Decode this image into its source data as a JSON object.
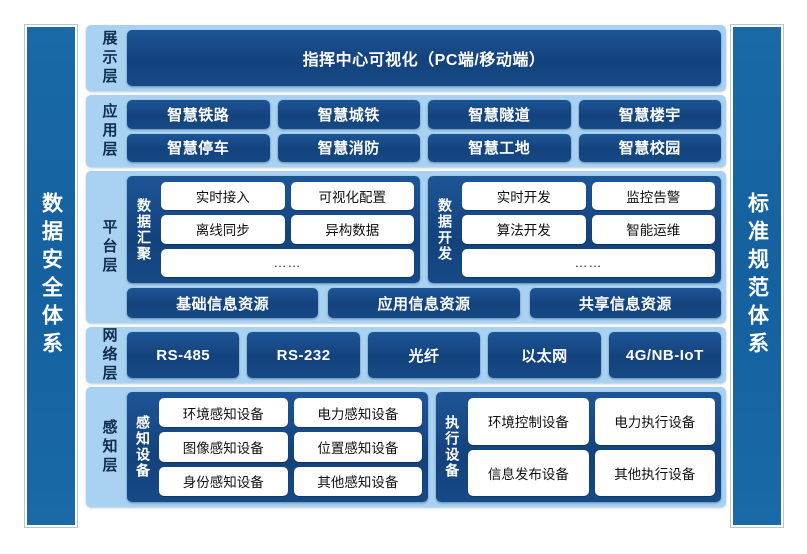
{
  "side_panels": {
    "left": "数据安全体系",
    "right": "标准规范体系"
  },
  "colors": {
    "dark_blue": "#164a86",
    "light_blue": "#a9d2f2",
    "pillar_blue": "#15609e",
    "white": "#ffffff"
  },
  "layers": {
    "display": {
      "label": "展示层",
      "bar": "指挥中心可视化（PC端/移动端）"
    },
    "application": {
      "label": "应用层",
      "row1": [
        "智慧铁路",
        "智慧城铁",
        "智慧隧道",
        "智慧楼宇"
      ],
      "row2": [
        "智慧停车",
        "智慧消防",
        "智慧工地",
        "智慧校园"
      ]
    },
    "platform": {
      "label": "平台层",
      "groups": [
        {
          "title": "数据汇聚",
          "rows": [
            [
              "实时接入",
              "可视化配置"
            ],
            [
              "离线同步",
              "异构数据"
            ]
          ],
          "ellipsis": "……"
        },
        {
          "title": "数据开发",
          "rows": [
            [
              "实时开发",
              "监控告警"
            ],
            [
              "算法开发",
              "智能运维"
            ]
          ],
          "ellipsis": "……"
        }
      ],
      "resources": [
        "基础信息资源",
        "应用信息资源",
        "共享信息资源"
      ]
    },
    "network": {
      "label": "网络层",
      "items": [
        "RS-485",
        "RS-232",
        "光纤",
        "以太网",
        "4G/NB-IoT"
      ]
    },
    "perception": {
      "label": "感知层",
      "groups": [
        {
          "title": "感知设备",
          "rows": [
            [
              "环境感知设备",
              "电力感知设备"
            ],
            [
              "图像感知设备",
              "位置感知设备"
            ],
            [
              "身份感知设备",
              "其他感知设备"
            ]
          ]
        },
        {
          "title": "执行设备",
          "rows": [
            [
              "环境控制设备",
              "电力执行设备"
            ],
            [
              "信息发布设备",
              "其他执行设备"
            ]
          ]
        }
      ]
    }
  }
}
